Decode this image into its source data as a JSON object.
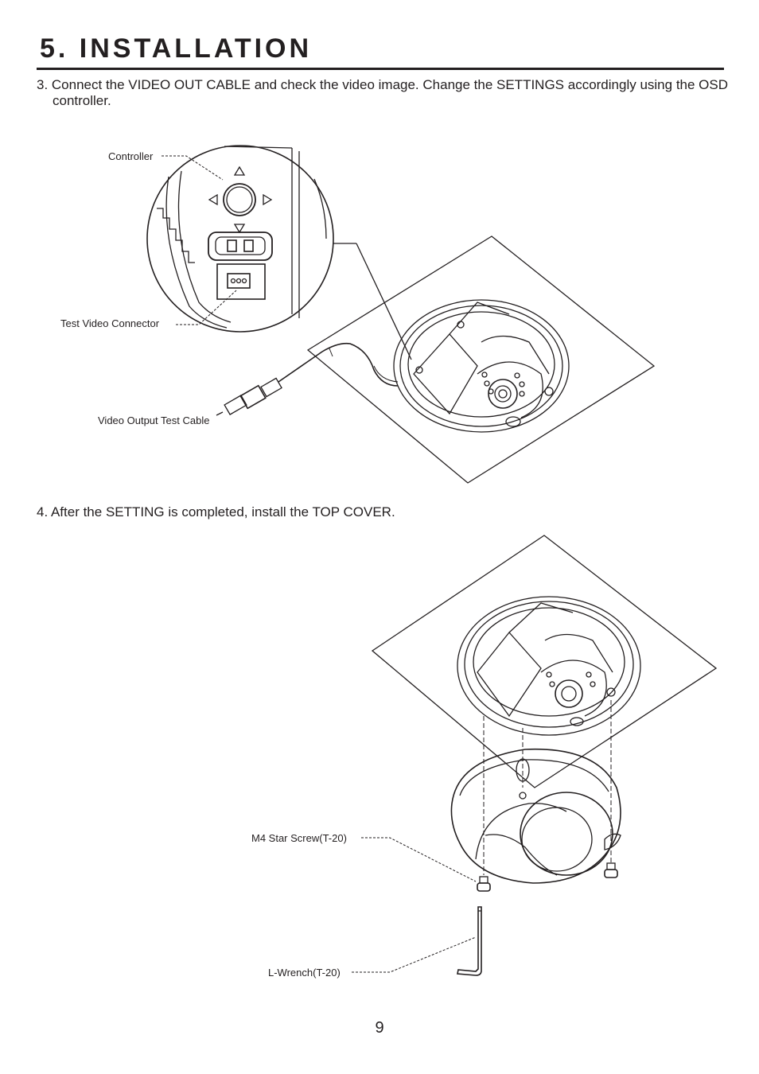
{
  "header": {
    "title": "5. INSTALLATION"
  },
  "steps": [
    {
      "text": "3. Connect the VIDEO OUT CABLE and check the video image. Change the SETTINGS accordingly using the OSD controller."
    },
    {
      "text": "4. After the SETTING is completed, install the TOP COVER."
    }
  ],
  "figure1": {
    "labels": {
      "controller": "Controller",
      "test_video_connector": "Test Video Connector",
      "video_output_cable": "Video  Output Test Cable"
    }
  },
  "figure2": {
    "labels": {
      "screw": "M4 Star Screw(T-20)",
      "wrench": "L-Wrench(T-20)"
    }
  },
  "footer": {
    "page_number": "9"
  }
}
